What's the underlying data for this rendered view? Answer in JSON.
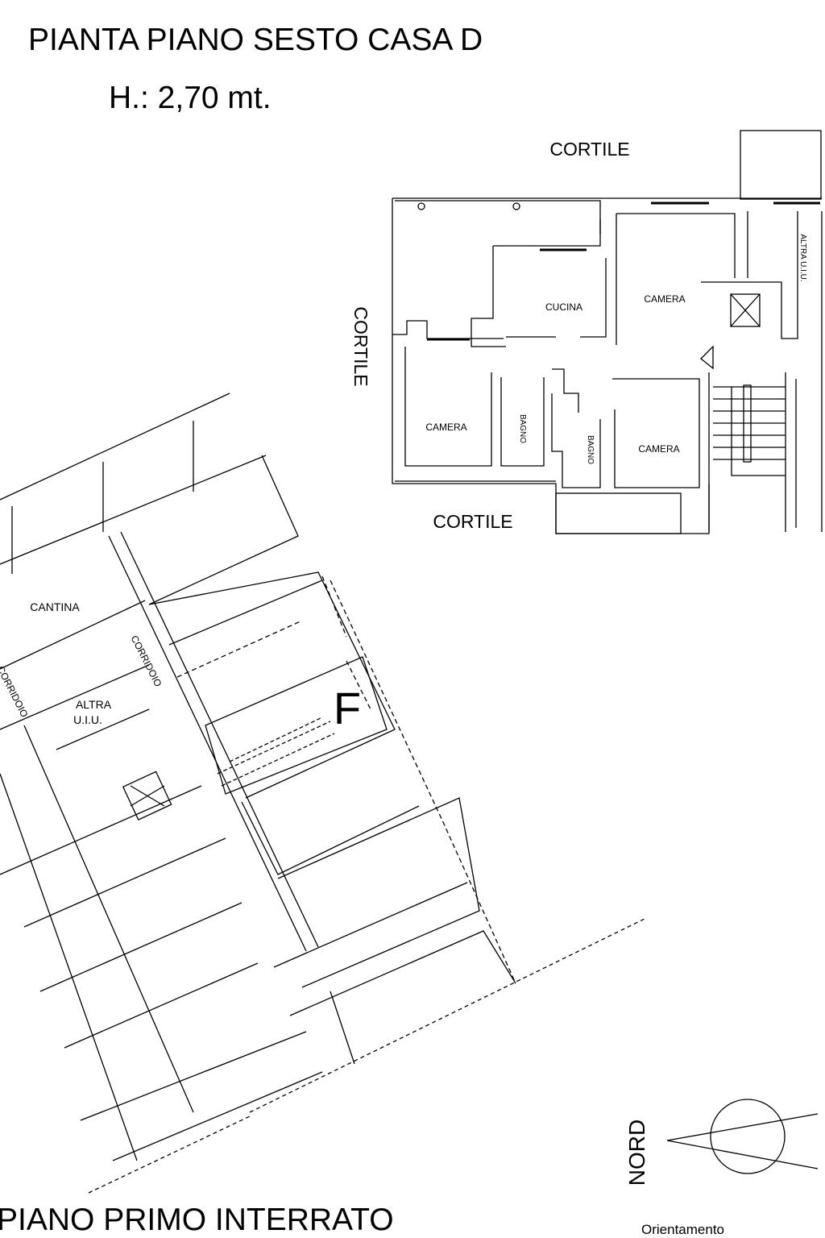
{
  "title": "PIANTA PIANO SESTO CASA D",
  "height": "H.:  2,70 mt.",
  "bottom_title": "PIANO PRIMO INTERRATO",
  "orientation_label": "Orientamento",
  "north_label": "NORD",
  "sixth_floor": {
    "courtyard_top": "CORTILE",
    "courtyard_left": "CORTILE",
    "courtyard_bottom": "CORTILE",
    "rooms": {
      "kitchen": "CUCINA",
      "bedroom_top": "CAMERA",
      "bedroom_left": "CAMERA",
      "bedroom_bottom": "CAMERA",
      "bath_1": "BAGNO",
      "bath_2": "BAGNO",
      "other_unit": "ALTRA U.I.U."
    }
  },
  "basement": {
    "cellar": "CANTINA",
    "corridor_1": "CORRIDOIO",
    "corridor_2": "CORRIDOIO",
    "other_unit_line1": "ALTRA",
    "other_unit_line2": "U.I.U.",
    "block_letter": "F"
  }
}
